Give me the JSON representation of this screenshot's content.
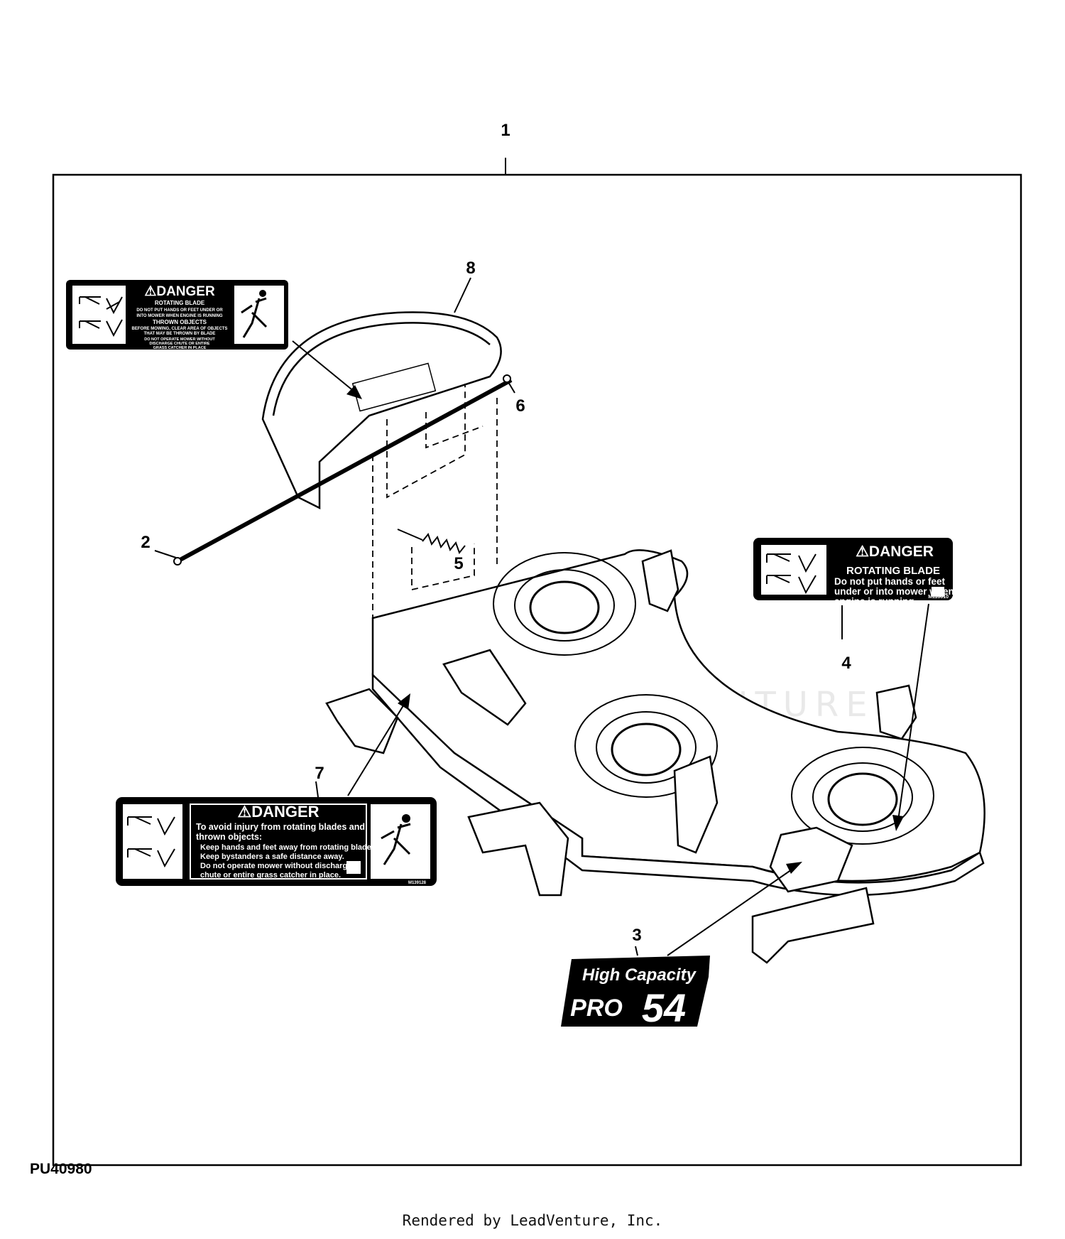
{
  "drawing_id": "PU40980",
  "footer": "Rendered by LeadVenture, Inc.",
  "watermark": "LEADVENTURE",
  "callouts": [
    {
      "label": "1"
    },
    {
      "label": "2"
    },
    {
      "label": "3"
    },
    {
      "label": "4"
    },
    {
      "label": "5"
    },
    {
      "label": "6"
    },
    {
      "label": "7"
    },
    {
      "label": "8"
    }
  ],
  "decal_8": {
    "header": "DANGER",
    "line1": "ROTATING BLADE",
    "line2": "DO NOT PUT HANDS OR FEET UNDER OR",
    "line3": "INTO MOWER WHEN ENGINE IS RUNNING",
    "line4": "THROWN OBJECTS",
    "line5": "BEFORE MOWING, CLEAR AREA OF OBJECTS",
    "line6": "THAT MAY BE THROWN BY BLADE",
    "line7": "DO NOT OPERATE MOWER WITHOUT",
    "line8": "DISCHARGE CHUTE OR ENTIRE",
    "line9": "GRASS CATCHER IN PLACE"
  },
  "decal_4": {
    "header": "DANGER",
    "line1": "ROTATING BLADE",
    "line2": "Do not put hands or feet",
    "line3": "under or into mower when",
    "line4": "engine is running",
    "part_no": "M118610"
  },
  "decal_7": {
    "header": "DANGER",
    "line1": "To avoid injury from rotating blades and",
    "line2": "thrown objects:",
    "line3": "Keep hands and feet away from rotating blades.",
    "line4": "Keep bystanders a safe distance away.",
    "line5": "Do not operate mower without discharge",
    "line6": "chute or entire grass catcher in place.",
    "part_no": "M139128"
  },
  "decal_3": {
    "line1": "High Capacity",
    "line2": "PRO",
    "number": "54"
  }
}
